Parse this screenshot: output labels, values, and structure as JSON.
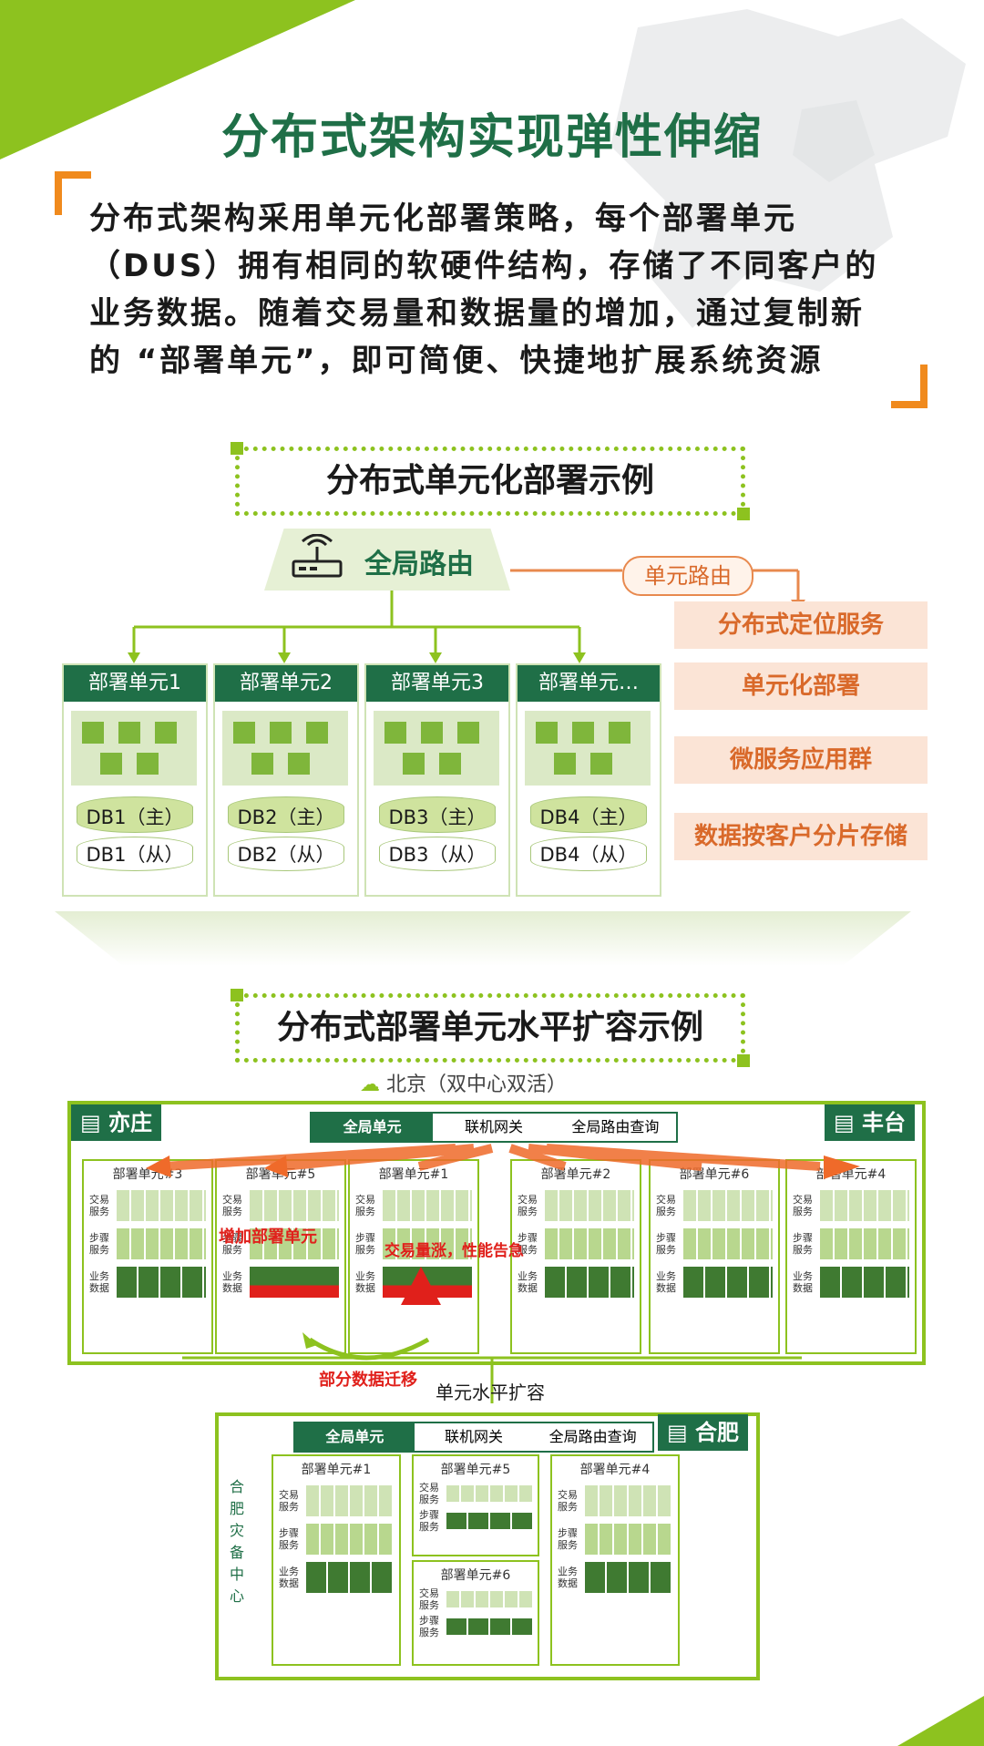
{
  "page": {
    "title": "分布式架构实现弹性伸缩",
    "intro_lines": [
      "分布式架构采用单元化部署策略，每个部署单元",
      "（DUS）拥有相同的软硬件结构，存储了不同客户的",
      "业务数据。随着交易量和数据量的增加，通过复制新",
      "的 “部署单元”，即可简便、快捷地扩展系统资源"
    ]
  },
  "section1": {
    "title": "分布式单元化部署示例",
    "global_route": "全局路由",
    "unit_route": "单元路由",
    "features": [
      "分布式定位服务",
      "单元化部署",
      "微服务应用群",
      "数据按客户分片存储"
    ],
    "units": [
      {
        "name": "部署单元1",
        "db_main": "DB1（主）",
        "db_sub": "DB1（从）"
      },
      {
        "name": "部署单元2",
        "db_main": "DB2（主）",
        "db_sub": "DB2（从）"
      },
      {
        "name": "部署单元3",
        "db_main": "DB3（主）",
        "db_sub": "DB3（从）"
      },
      {
        "name": "部署单元…",
        "db_main": "DB4（主）",
        "db_sub": "DB4（从）"
      }
    ]
  },
  "section2": {
    "title": "分布式部署单元水平扩容示例",
    "beijing": "北京（双中心双活）",
    "yizhuang": "亦庄",
    "fengtai": "丰台",
    "hefei": "合肥",
    "bar": [
      "全局单元",
      "联机网关",
      "全局路由查询"
    ],
    "top_units": [
      "部署单元#3",
      "部署单元#5",
      "部署单元#1",
      "部署单元#2",
      "部署单元#6",
      "部署单元#4"
    ],
    "row_labels": [
      "交易服务",
      "步骤服务",
      "业务数据"
    ],
    "add_unit": "增加部署单元",
    "surge": "交易量涨，性能告急",
    "migrate": "部分数据迁移",
    "scale": "单元水平扩容",
    "hefei_center": "合肥灾备中心",
    "hefei_units": [
      "部署单元#1",
      "部署单元#5",
      "部署单元#6",
      "部署单元#4"
    ]
  }
}
